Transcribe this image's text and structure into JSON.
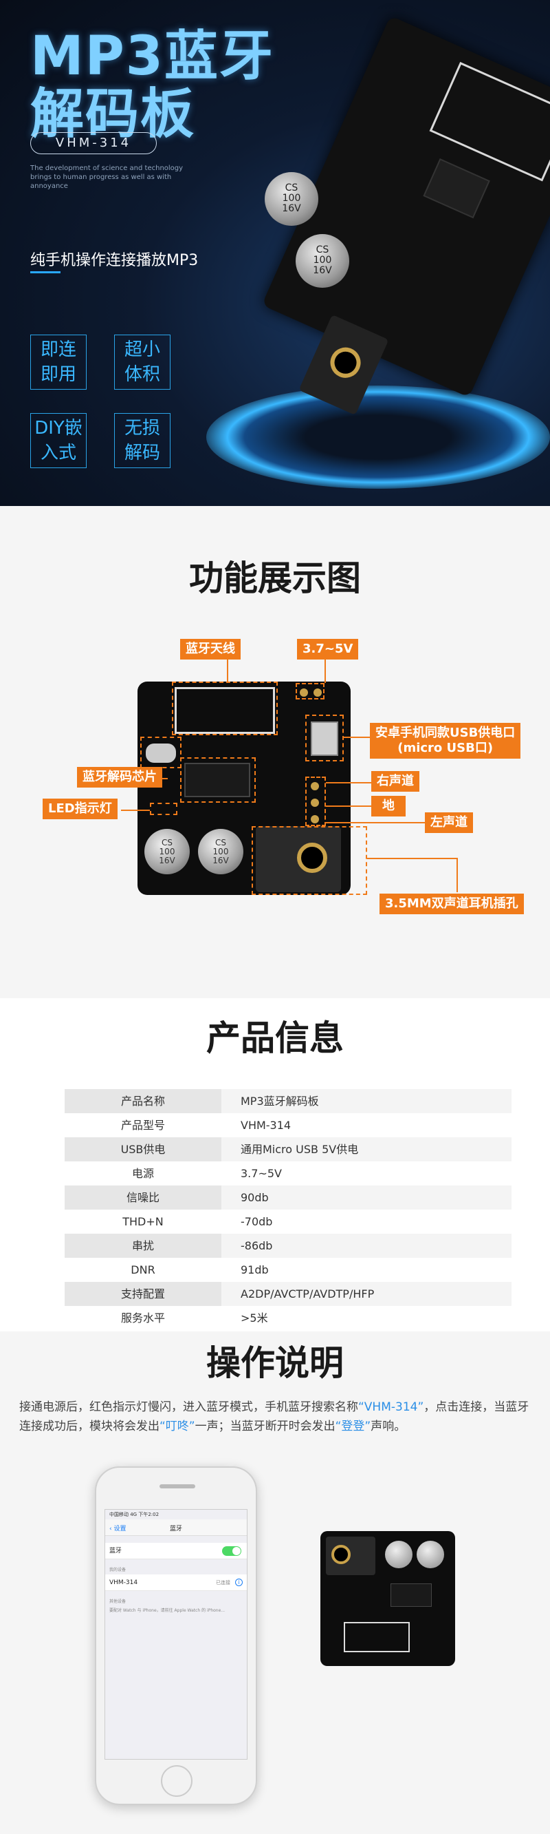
{
  "hero": {
    "title_line1": "MP3蓝牙",
    "title_line2": "解码板",
    "model": "VHM-314",
    "tagline": "The development of science and technology brings to human progress as well as with annoyance",
    "slogan": "纯手机操作连接播放MP3",
    "features": [
      {
        "l1": "即连",
        "l2": "即用"
      },
      {
        "l1": "超小",
        "l2": "体积"
      },
      {
        "l1": "DIY嵌",
        "l2": "入式"
      },
      {
        "l1": "无损",
        "l2": "解码"
      }
    ],
    "cap_label": "CS\n100\n16V"
  },
  "function": {
    "title": "功能展示图",
    "labels": {
      "antenna": "蓝牙天线",
      "voltage": "3.7~5V",
      "usb_line1": "安卓手机同款USB供电口",
      "usb_line2": "(micro USB口)",
      "chip": "蓝牙解码芯片",
      "led": "LED指示灯",
      "right": "右声道",
      "ground": "地",
      "left": "左声道",
      "jack": "3.5MM双声道耳机插孔"
    }
  },
  "info": {
    "title": "产品信息",
    "rows": [
      {
        "k": "产品名称",
        "v": "MP3蓝牙解码板"
      },
      {
        "k": "产品型号",
        "v": "VHM-314"
      },
      {
        "k": "USB供电",
        "v": "通用Micro USB 5V供电"
      },
      {
        "k": "电源",
        "v": "3.7~5V"
      },
      {
        "k": "信噪比",
        "v": "90db"
      },
      {
        "k": "THD+N",
        "v": "-70db"
      },
      {
        "k": "串扰",
        "v": "-86db"
      },
      {
        "k": "DNR",
        "v": "91db"
      },
      {
        "k": "支持配置",
        "v": "A2DP/AVCTP/AVDTP/HFP"
      },
      {
        "k": "服务水平",
        "v": ">5米"
      }
    ]
  },
  "ops": {
    "title": "操作说明",
    "t1": "接通电源后，红色指示灯慢闪，进入蓝牙模式，手机蓝牙搜索名称",
    "h1": "“VHM-314”",
    "t2": "，点击连接，当蓝牙连接成功后，模块将会发出",
    "h2": "“叮咚”",
    "t3": "一声；当蓝牙断开时会发出",
    "h3": "“登登”",
    "t4": "声响。",
    "phone": {
      "status": "中国移动  4G        下午2:02",
      "back": "设置",
      "nav_title": "蓝牙",
      "bt_label": "蓝牙",
      "my_devices": "我的设备",
      "device": "VHM-314",
      "device_status": "已连接",
      "other_devices": "其他设备",
      "footer": "要配对 Watch 与 iPhone，请前往 Apple Watch 的 iPhone..."
    },
    "board_cap_colors": [
      "#cccccc"
    ]
  }
}
